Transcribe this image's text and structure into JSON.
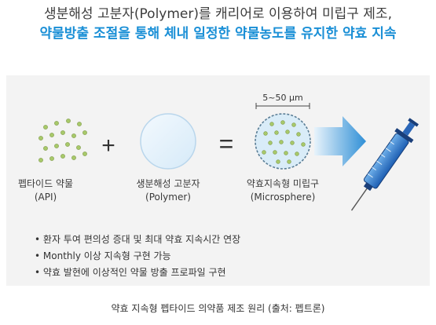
{
  "headline": {
    "line1": "생분해성 고분자(Polymer)를 캐리어로 이용하여 미립구 제조,",
    "line2": "약물방출 조절을 통해 체내 일정한 약물농도를 유지한 약효 지속"
  },
  "diagram": {
    "operator_plus": "+",
    "operator_equals": "=",
    "size_label": "5~50 μm",
    "components": [
      {
        "name": "펩타이드 약물",
        "sub": "(API)"
      },
      {
        "name": "생분해성 고분자",
        "sub": "(Polymer)"
      },
      {
        "name": "약효지속형 미립구",
        "sub": "(Microsphere)"
      }
    ]
  },
  "bullets": [
    "환자 투여 편의성 증대 및 최대 약효 지속시간 연장",
    "Monthly 이상 지속형 구현 가능",
    "약효 발현에 이상적인 약물 방출 프로파일 구현"
  ],
  "caption": "약효 지속형 펩타이드 의약품 제조 원리 (출처: 펩트론)",
  "colors": {
    "headline_accent": "#1a8fd6",
    "dot_fill": "#a8c96a",
    "polymer_fill": "#e3f1fb",
    "arrow_blue": "#2f8fd6",
    "panel_bg": "#f3f3f3"
  }
}
